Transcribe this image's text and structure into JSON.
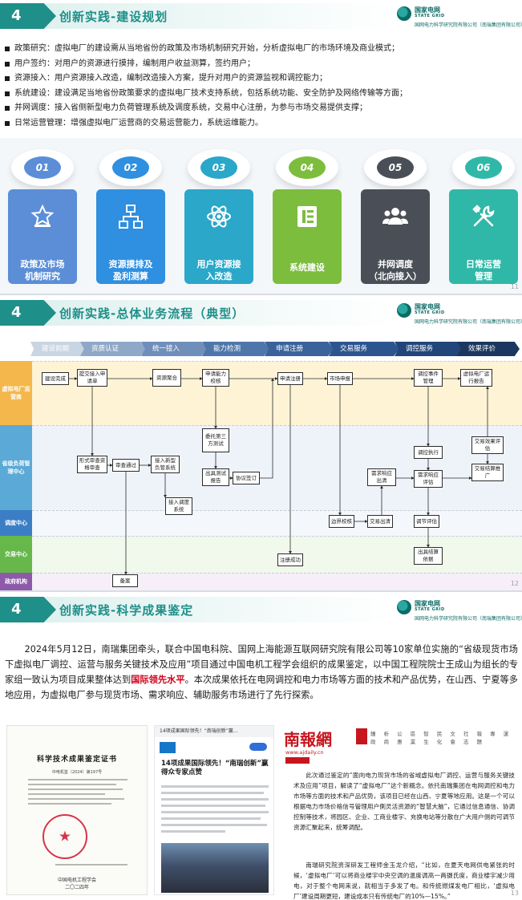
{
  "slides": [
    {
      "number": "4",
      "title": "创新实践-建设规划",
      "page": "11",
      "bullets": [
        "政策研究：虚拟电厂的建设需从当地省份的政策及市场机制研究开始，分析虚拟电厂的市场环境及商业模式；",
        "用户签约：对用户的资源进行摸排，编制用户收益测算，签约用户；",
        "资源接入：用户资源接入改造，编制改造接入方案，提升对用户的资源监视和调控能力；",
        "系统建设：建设满足当地省份政策要求的虚拟电厂技术支持系统，包括系统功能、安全防护及网络传输等方面；",
        "并网调度：接入省侧新型电力负荷管理系统及调度系统，交易中心注册，为参与市场交易提供支撑；",
        "日常运营管理：增强虚拟电厂运营商的交易运营能力，系统运维能力。"
      ],
      "steps": [
        {
          "num": "01",
          "l1": "政策及市场",
          "l2": "机制研究",
          "color": "#5b8ed6",
          "icon": "star-icon"
        },
        {
          "num": "02",
          "l1": "资源摸排及",
          "l2": "盈利测算",
          "color": "#2f8fe0",
          "icon": "hierarchy-icon"
        },
        {
          "num": "03",
          "l1": "用户资源接",
          "l2": "入改造",
          "color": "#2aa7c9",
          "icon": "atom-icon"
        },
        {
          "num": "04",
          "l1": "系统建设",
          "l2": "",
          "color": "#7cbd3d",
          "icon": "list-icon"
        },
        {
          "num": "05",
          "l1": "并网调度",
          "l2": "（北向接入）",
          "color": "#4a4f57",
          "icon": "users-icon"
        },
        {
          "num": "06",
          "l1": "日常运营",
          "l2": "管理",
          "color": "#2fb8a8",
          "icon": "tools-icon"
        }
      ]
    },
    {
      "number": "4",
      "title": "创新实践-总体业务流程（典型）",
      "page": "12",
      "stages": [
        "建设前期",
        "资质认证",
        "统一接入",
        "能力检测",
        "申请注册",
        "交易服务",
        "调控服务",
        "效果评价"
      ],
      "lanes": [
        "虚拟电厂运营商",
        "省级负荷管理中心",
        "调度中心",
        "交易中心",
        "政府机构"
      ],
      "boxes": {
        "b1": "建设完成",
        "b2": "提交接入申请单",
        "b3": "资源聚合",
        "b4": "申请能力校核",
        "b5": "申请注册",
        "b6": "市场申报",
        "b7": "调控事件管理",
        "b8": "虚拟电厂运行报告",
        "b9": "形式审查资格审查",
        "b10": "审查通过",
        "b11": "接入新型负管系统",
        "b12": "委托第三方测试",
        "b13": "出具测试报告",
        "b14": "协议签订",
        "b15": "调控执行",
        "b16": "需求响应出清",
        "b17": "需求响应评估",
        "b18": "交易效果评估",
        "b19": "交易结算推广",
        "b20": "接入调度系统",
        "b21": "边界校核",
        "b22": "交易出清",
        "b23": "调节评估",
        "b24": "注册成功",
        "b25": "出具结算依据",
        "b26": "备案"
      }
    },
    {
      "number": "4",
      "title": "创新实践-科学成果鉴定",
      "page": "13",
      "para_a": "2024年5月12日，南瑞集团牵头，联合中国电科院、国网上海能源互联网研究院有限公司等10家单位实施的“省级现货市场下虚拟电厂调控、运营与服务关键技术及应用”项目通过中国电机工程学会组织的成果鉴定，以中国工程院院士王成山为组长的专家组一致认为项目成果整体达到",
      "para_hl": "国际领先水平",
      "para_b": "。本次成果依托在电网调控和电力市场等方面的技术和产品优势，在山西、宁夏等多地应用，为虚拟电厂参与现货市场、需求响应、辅助服务市场进行了先行探索。",
      "cert_title": "科学技术成果鉴定证书",
      "cert_no": "中电机鉴（2024）第197号",
      "cert_org": "中国电机工程学会",
      "cert_date": "二〇二四年",
      "news_top": "14项成果国际领先！“南瑞创新”赢…",
      "news_headline": "14项成果国际领先！“南瑞创新”赢得众专家点赞",
      "nf_mast": "南報網",
      "nf_url": "www.ajdaily.cn",
      "nf_nav": "鍾 析 公 區 智 民 文 社 報 專 運 政 商 惠 業 生 化 會 志 題",
      "nf_p1": "此次通过鉴定的“面向电力现货市场的省域虚拟电厂调控、运营与服务关键技术及应用”项目，解读了“虚拟电厂”这个新概念。依托南瑞集团在电网调控和电力市场等方面的技术和产品优势，该项目已经在山西、宁夏等地应用。这是一个可以根据电力市场价格信号管理用户側灵活资源的“智慧大脑”，它通过信息通信、协调控制等技术，将园区、企业、工商业楼宇、充换电站等分散在广大用户侧的可调节资源汇聚起来，统筹调配。",
      "nf_p2": "南瑞研究院资深研发工程师金玉龙介绍，“比如，在夏天电网供电紧张的时候，‘虚拟电厂’可以将商业楼宇中央空调的温度调高一两摄氏度，商业楼宇减少用电，对于整个电网来说，就相当于多发了电。和传统燃煤发电厂相比，‘虚拟电厂’建设周期更短，建设成本只有传统电厂的10%—15%。”"
    }
  ],
  "logo": {
    "cn": "国家电网",
    "en": "STATE GRID",
    "sub": "国网电力科学研究院有限公司（南瑞集团有限公司）"
  }
}
